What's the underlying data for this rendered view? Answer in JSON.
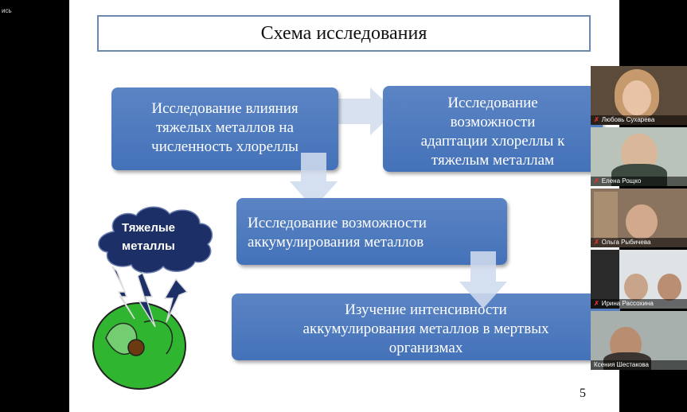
{
  "recording_label": "ись",
  "slide": {
    "title": "Схема исследования",
    "box1": [
      "Исследование влияния",
      "тяжелых металлов на",
      "численность хлореллы"
    ],
    "box2": [
      "Исследование",
      "возможности",
      "адаптации хлореллы к",
      "тяжелым металлам"
    ],
    "box3": [
      "Исследование возможности",
      "аккумулирования металлов"
    ],
    "box4": [
      "Изучение интенсивности",
      "аккумулирования металлов в мертвых",
      "организмах"
    ],
    "cloud": [
      "Тяжелые",
      "металлы"
    ],
    "page_number": "5"
  },
  "participants": [
    {
      "name": "Любовь Сухарева"
    },
    {
      "name": "Елена Рощко"
    },
    {
      "name": "Ольга Рыбичева"
    },
    {
      "name": "Ирина Рассохина"
    },
    {
      "name": "Ксения Шестакова"
    }
  ],
  "colors": {
    "box": "#4f7bc0",
    "arrow": "#c9d6ea",
    "cell": "#2fb52f",
    "cloud": "#1c2f66"
  }
}
